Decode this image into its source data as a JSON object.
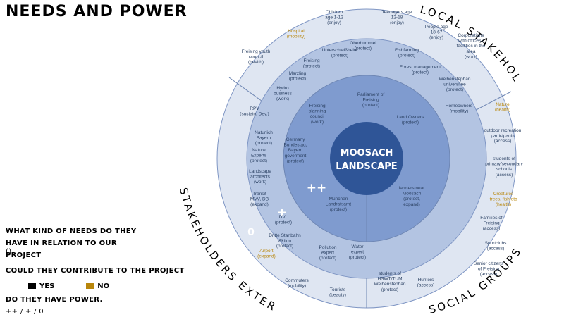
{
  "title": "NEEDS AND POWER",
  "center": {
    "line1": "MOOSACH",
    "line2": "LANDSCAPE"
  },
  "ring_titles": {
    "local": "LOCAL STAKEHOLDERS",
    "social": "SOCIAL GROUPS",
    "external": "STAKEHOLDERS EXTERNAL"
  },
  "power_marks": {
    "plusplus": "++",
    "plus": "+",
    "zero": "0"
  },
  "legend": {
    "needs_question": "WHAT KIND OF NEEDS DO THEY HAVE IN RELATION TO OUR PROJECT",
    "needs_example": "()",
    "contribute_question": "COULD THEY CONTRIBUTE TO THE PROJECT",
    "yes": "YES",
    "no": "NO",
    "power_question": "DO THEY HAVE POWER.",
    "power_scale": "++ / + / 0",
    "colors": {
      "yes": "#000000",
      "no": "#b8860b"
    }
  },
  "colors": {
    "outer_ring": "#dfe6f2",
    "middle_ring": "#b3c4e2",
    "inner_ring": "#7f9bcf",
    "center": "#2f5597",
    "lines": "#6e86b3",
    "no_text": "#b8860b"
  },
  "stakeholders": [
    {
      "lines": [
        "Children",
        "age 1-12",
        "(enjoy)"
      ]
    },
    {
      "lines": [
        "Teenagers age",
        "12-18",
        "(enjoy)"
      ]
    },
    {
      "lines": [
        "People age",
        "18-67",
        "(enjoy)"
      ]
    },
    {
      "lines": [
        "Hospital",
        "(mobility)"
      ],
      "gold": true
    },
    {
      "lines": [
        "Freising youth",
        "council",
        "(health)"
      ]
    },
    {
      "lines": [
        "Corporations",
        "with offices /",
        "facilities in the",
        "area",
        "(work)"
      ]
    },
    {
      "lines": [
        "Oberhummel",
        "(protect)"
      ]
    },
    {
      "lines": [
        "Unterschleißheim",
        "(protect)"
      ]
    },
    {
      "lines": [
        "Fishfarming",
        "(protect)"
      ]
    },
    {
      "lines": [
        "Freising",
        "(protect)"
      ]
    },
    {
      "lines": [
        "Forest management",
        "(protect)"
      ]
    },
    {
      "lines": [
        "Marzling",
        "(protect)"
      ]
    },
    {
      "lines": [
        "Weihenstephan",
        "universitee",
        "(protect)"
      ]
    },
    {
      "lines": [
        "Hydro",
        "business",
        "(work)"
      ]
    },
    {
      "lines": [
        "Homeowners",
        "(mobility)"
      ]
    },
    {
      "lines": [
        "Parliament of",
        "Freising",
        "(protect)"
      ]
    },
    {
      "lines": [
        "Freising",
        "planning",
        "council",
        "(work)"
      ]
    },
    {
      "lines": [
        "Land Owners",
        "(protect)"
      ]
    },
    {
      "lines": [
        "RPV",
        "(sustain. Dev.)"
      ]
    },
    {
      "lines": [
        "Naturlich",
        "Bayern",
        "(protect)"
      ]
    },
    {
      "lines": [
        "Nature",
        "(health)"
      ],
      "gold": true
    },
    {
      "lines": [
        "outdoor recreation",
        "participants",
        "(access)"
      ]
    },
    {
      "lines": [
        "Germany",
        "Bundestag,",
        "Bayern",
        "goverment",
        "(protect)"
      ]
    },
    {
      "lines": [
        "Nature",
        "Experts",
        "(protect)"
      ]
    },
    {
      "lines": [
        "students of",
        "primary/secondary",
        "schools",
        "(access)"
      ]
    },
    {
      "lines": [
        "Landscape",
        "architects",
        "(work)"
      ]
    },
    {
      "lines": [
        "farmers near",
        "Moosach",
        "(protect,",
        "expand)"
      ]
    },
    {
      "lines": [
        "Transit",
        "MVV, DB",
        "(expand)"
      ]
    },
    {
      "lines": [
        "Creatures",
        "trees, fish etc",
        "(health)"
      ],
      "gold": true
    },
    {
      "lines": [
        "München",
        "Landratsamt",
        "(protect)"
      ]
    },
    {
      "lines": [
        "DVL",
        "(protect)"
      ]
    },
    {
      "lines": [
        "Families of",
        "Freising",
        "(access)"
      ]
    },
    {
      "lines": [
        "Dritte Startbahn",
        "Aktion",
        "(protect)"
      ]
    },
    {
      "lines": [
        "Sportclubs",
        "(access)"
      ]
    },
    {
      "lines": [
        "Pollution",
        "expert",
        "(protect)"
      ]
    },
    {
      "lines": [
        "Water",
        "expert",
        "(protect)"
      ]
    },
    {
      "lines": [
        "Airport",
        "(expand)"
      ],
      "gold": true
    },
    {
      "lines": [
        "Senior citizens",
        "of Freising",
        "(access)"
      ]
    },
    {
      "lines": [
        "Commuters",
        "(mobility)"
      ]
    },
    {
      "lines": [
        "students of",
        "HSWT/TUM",
        "Weihenstephan",
        "(protect)"
      ]
    },
    {
      "lines": [
        "Hunters",
        "(access)"
      ]
    },
    {
      "lines": [
        "Tourists",
        "(beauty)"
      ]
    }
  ]
}
